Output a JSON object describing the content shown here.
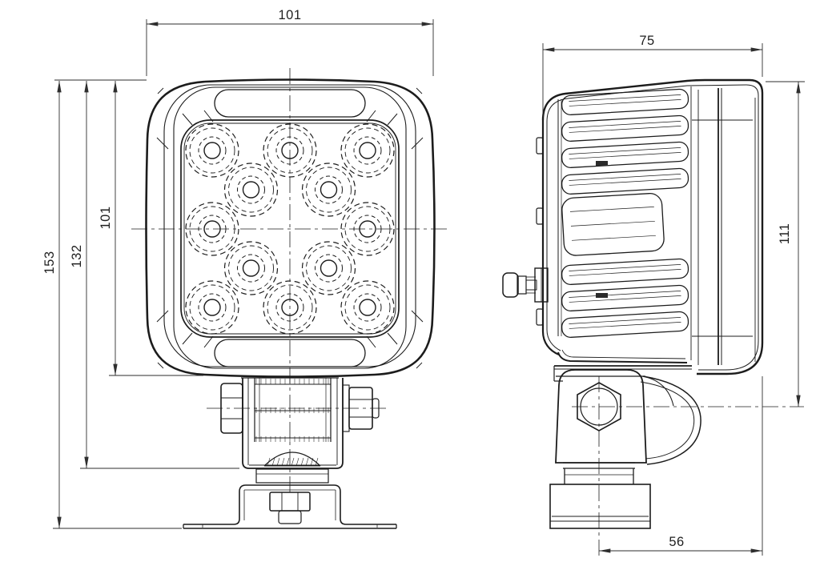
{
  "drawing": {
    "type": "technical-dimension-drawing",
    "background": "#ffffff",
    "line_color": "#1c1c1c",
    "dim_color": "#2e2e2e",
    "front_view": {
      "led_count": 12,
      "dims": {
        "width": "101",
        "height": "101",
        "height_to_bracket_bottom": "132",
        "overall_height": "153"
      }
    },
    "side_view": {
      "dims": {
        "depth": "75",
        "top_to_pivot": "111",
        "pivot_to_lens_front": "56"
      }
    }
  }
}
